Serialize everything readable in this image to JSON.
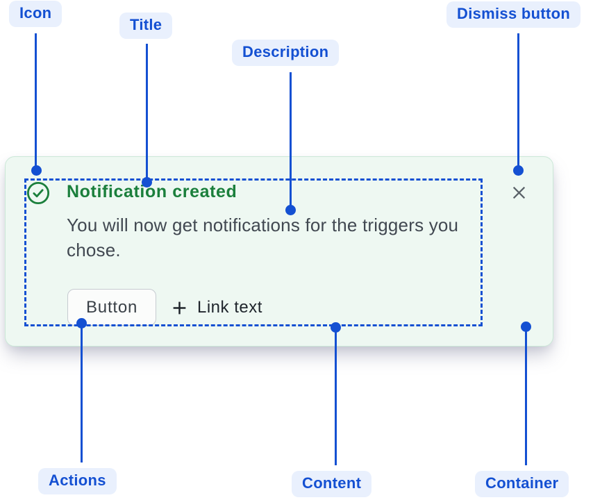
{
  "diagram": {
    "labels": {
      "icon": "Icon",
      "title": "Title",
      "description": "Description",
      "dismiss": "Dismiss button",
      "actions": "Actions",
      "content": "Content",
      "container": "Container"
    }
  },
  "notification": {
    "title": "Notification created",
    "description": "You will now get notifications for the triggers you chose.",
    "button_label": "Button",
    "link_label": "Link text",
    "icon": "success-check-icon",
    "dismiss_icon": "close-icon"
  },
  "colors": {
    "callout_blue": "#1450D2",
    "callout_pill_bg": "#E9F0FD",
    "success_green": "#1B7F3C",
    "card_bg": "#EEF8F2",
    "card_border": "#CBE8D7",
    "description_text": "#414851",
    "dismiss_gray": "#5A6168"
  }
}
